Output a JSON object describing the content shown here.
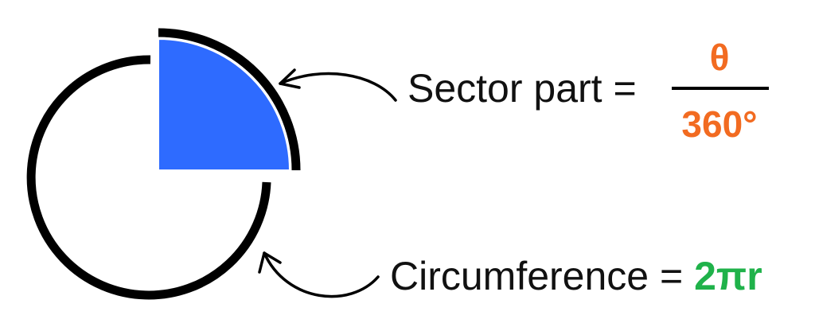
{
  "sector_equation": {
    "label": "Sector part =",
    "numerator": "θ",
    "denominator": "360°"
  },
  "circumference_equation": {
    "label": "Circumference =",
    "value": "2πr"
  },
  "colors": {
    "sector_fill": "#2e6bff",
    "outline": "#000000",
    "fraction_accent": "#f26b21",
    "formula_accent": "#1fb24a",
    "text": "#111111"
  }
}
